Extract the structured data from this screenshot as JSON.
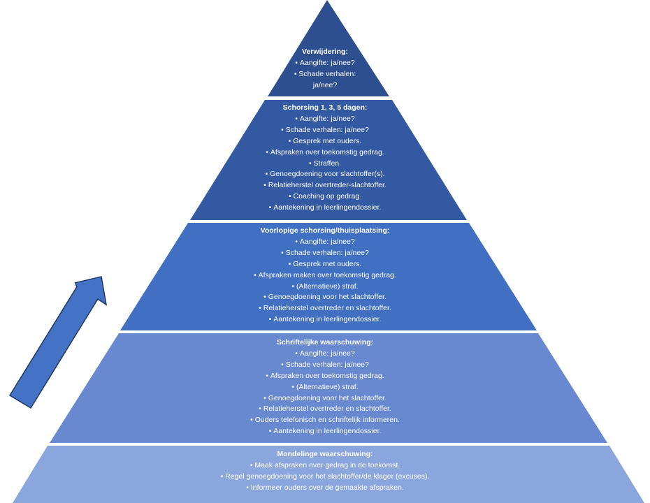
{
  "colors": {
    "tiers": [
      "#2e4f8f",
      "#3459a3",
      "#4170c2",
      "#6888cf",
      "#8ba6dc"
    ],
    "separator": "#ffffff",
    "arrow_fill": "#4472c4",
    "arrow_stroke": "#1f3864"
  },
  "arrow": {
    "icon": "up-right-arrow-icon",
    "meaning": "escalation"
  },
  "tiers": [
    {
      "title": "Verwijdering:",
      "items": [
        "Aangifte: ja/nee?",
        "Schade verhalen: ja/nee?"
      ]
    },
    {
      "title": "Schorsing 1, 3, 5 dagen:",
      "items": [
        "Aangifte: ja/nee?",
        "Schade verhalen: ja/nee?",
        "Gesprek met ouders.",
        "Afspraken over toekomstig gedrag.",
        "Straffen.",
        "Genoegdoening voor slachtoffer(s).",
        "Relatieherstel overtreder-slachtoffer.",
        "Coaching op gedrag.",
        "Aantekening in leerlingendossier."
      ]
    },
    {
      "title": "Voorlopige schorsing/thuisplaatsing:",
      "items": [
        "Aangifte: ja/nee?",
        "Schade verhalen: ja/nee?",
        "Gesprek met ouders.",
        "Afspraken maken over toekomstig gedrag.",
        "(Alternatieve) straf.",
        "Genoegdoening voor het slachtoffer.",
        "Relatieherstel overtreder en slachtoffer.",
        "Aantekening in leerlingendossier."
      ]
    },
    {
      "title": "Schriftelijke waarschuwing:",
      "items": [
        "Aangifte: ja/nee?",
        "Schade verhalen: ja/nee?",
        "Afspraken over toekomstig gedrag.",
        "(Alternatieve) straf.",
        "Genoegdoening voor het slachtoffer.",
        "Relatieherstel overtreder en slachtoffer.",
        "Ouders telefonisch en schriftelijk informeren.",
        "Aantekening in leerlingendossier."
      ]
    },
    {
      "title": "Mondelinge waarschuwing:",
      "items": [
        "Maak afspraken over gedrag in de toekomst.",
        "Regel genoegdoening voor het slachtoffer/de klager (excuses).",
        "Informeer ouders over de gemaakte afspraken."
      ]
    }
  ]
}
